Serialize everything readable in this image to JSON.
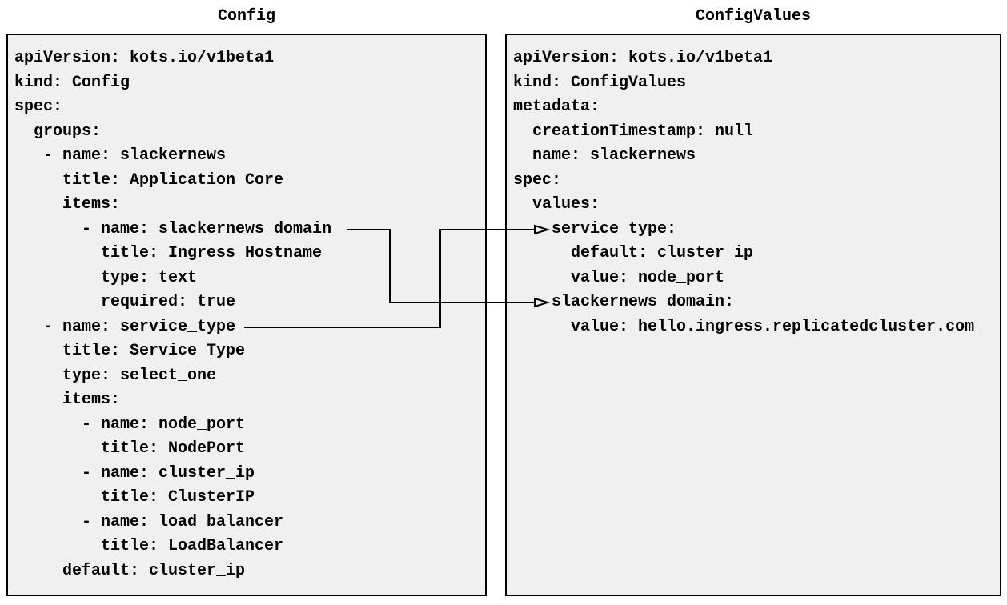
{
  "diagram": {
    "panels": [
      {
        "id": "config",
        "title": "Config",
        "yaml": "apiVersion: kots.io/v1beta1\nkind: Config\nspec:\n  groups:\n   - name: slackernews\n     title: Application Core\n     items:\n       - name: slackernews_domain\n         title: Ingress Hostname\n         type: text\n         required: true\n   - name: service_type\n     title: Service Type\n     type: select_one\n     items:\n       - name: node_port\n         title: NodePort\n       - name: cluster_ip\n         title: ClusterIP\n       - name: load_balancer\n         title: LoadBalancer\n     default: cluster_ip"
      },
      {
        "id": "config_values",
        "title": "ConfigValues",
        "yaml": "apiVersion: kots.io/v1beta1\nkind: ConfigValues\nmetadata:\n  creationTimestamp: null\n  name: slackernews\nspec:\n  values:\n    service_type:\n      default: cluster_ip\n      value: node_port\n    slackernews_domain:\n      value: hello.ingress.replicatedcluster.com"
      }
    ],
    "connections": [
      {
        "from": "Config item name: slackernews_domain",
        "to": "ConfigValues key: slackernews_domain"
      },
      {
        "from": "Config item name: service_type",
        "to": "ConfigValues key: service_type"
      }
    ],
    "colors": {
      "page_bg": "#ffffff",
      "panel_bg": "#f0f0f0",
      "panel_border": "#000000",
      "text": "#000000",
      "arrow": "#000000"
    }
  }
}
